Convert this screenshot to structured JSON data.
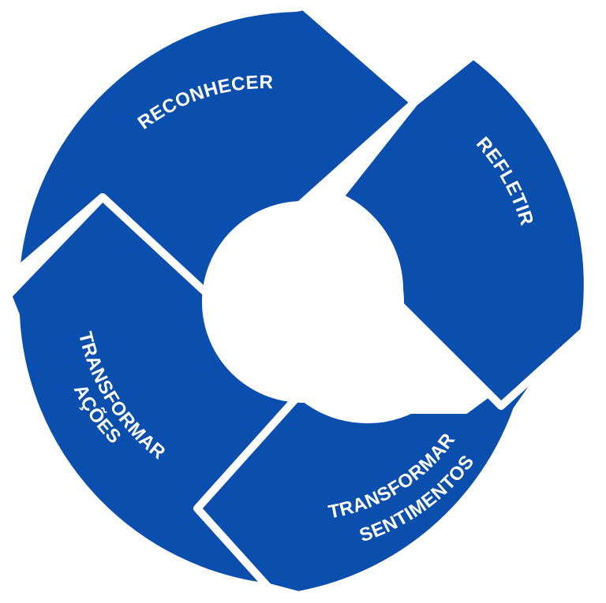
{
  "diagram": {
    "colors": {
      "segment_fill": "#0b4fae",
      "separator": "#ffffff",
      "label_text": "#ffffff",
      "background": "#ffffff"
    },
    "stages": [
      {
        "id": "reconhecer",
        "lines": [
          "RECONHECER"
        ]
      },
      {
        "id": "refletir",
        "lines": [
          "REFLETIR"
        ]
      },
      {
        "id": "transformar-sentimentos",
        "lines": [
          "TRANSFORMAR",
          "SENTIMENTOS"
        ]
      },
      {
        "id": "transformar-acoes",
        "lines": [
          "TRANSFORMAR",
          "AÇÕES"
        ]
      }
    ]
  }
}
